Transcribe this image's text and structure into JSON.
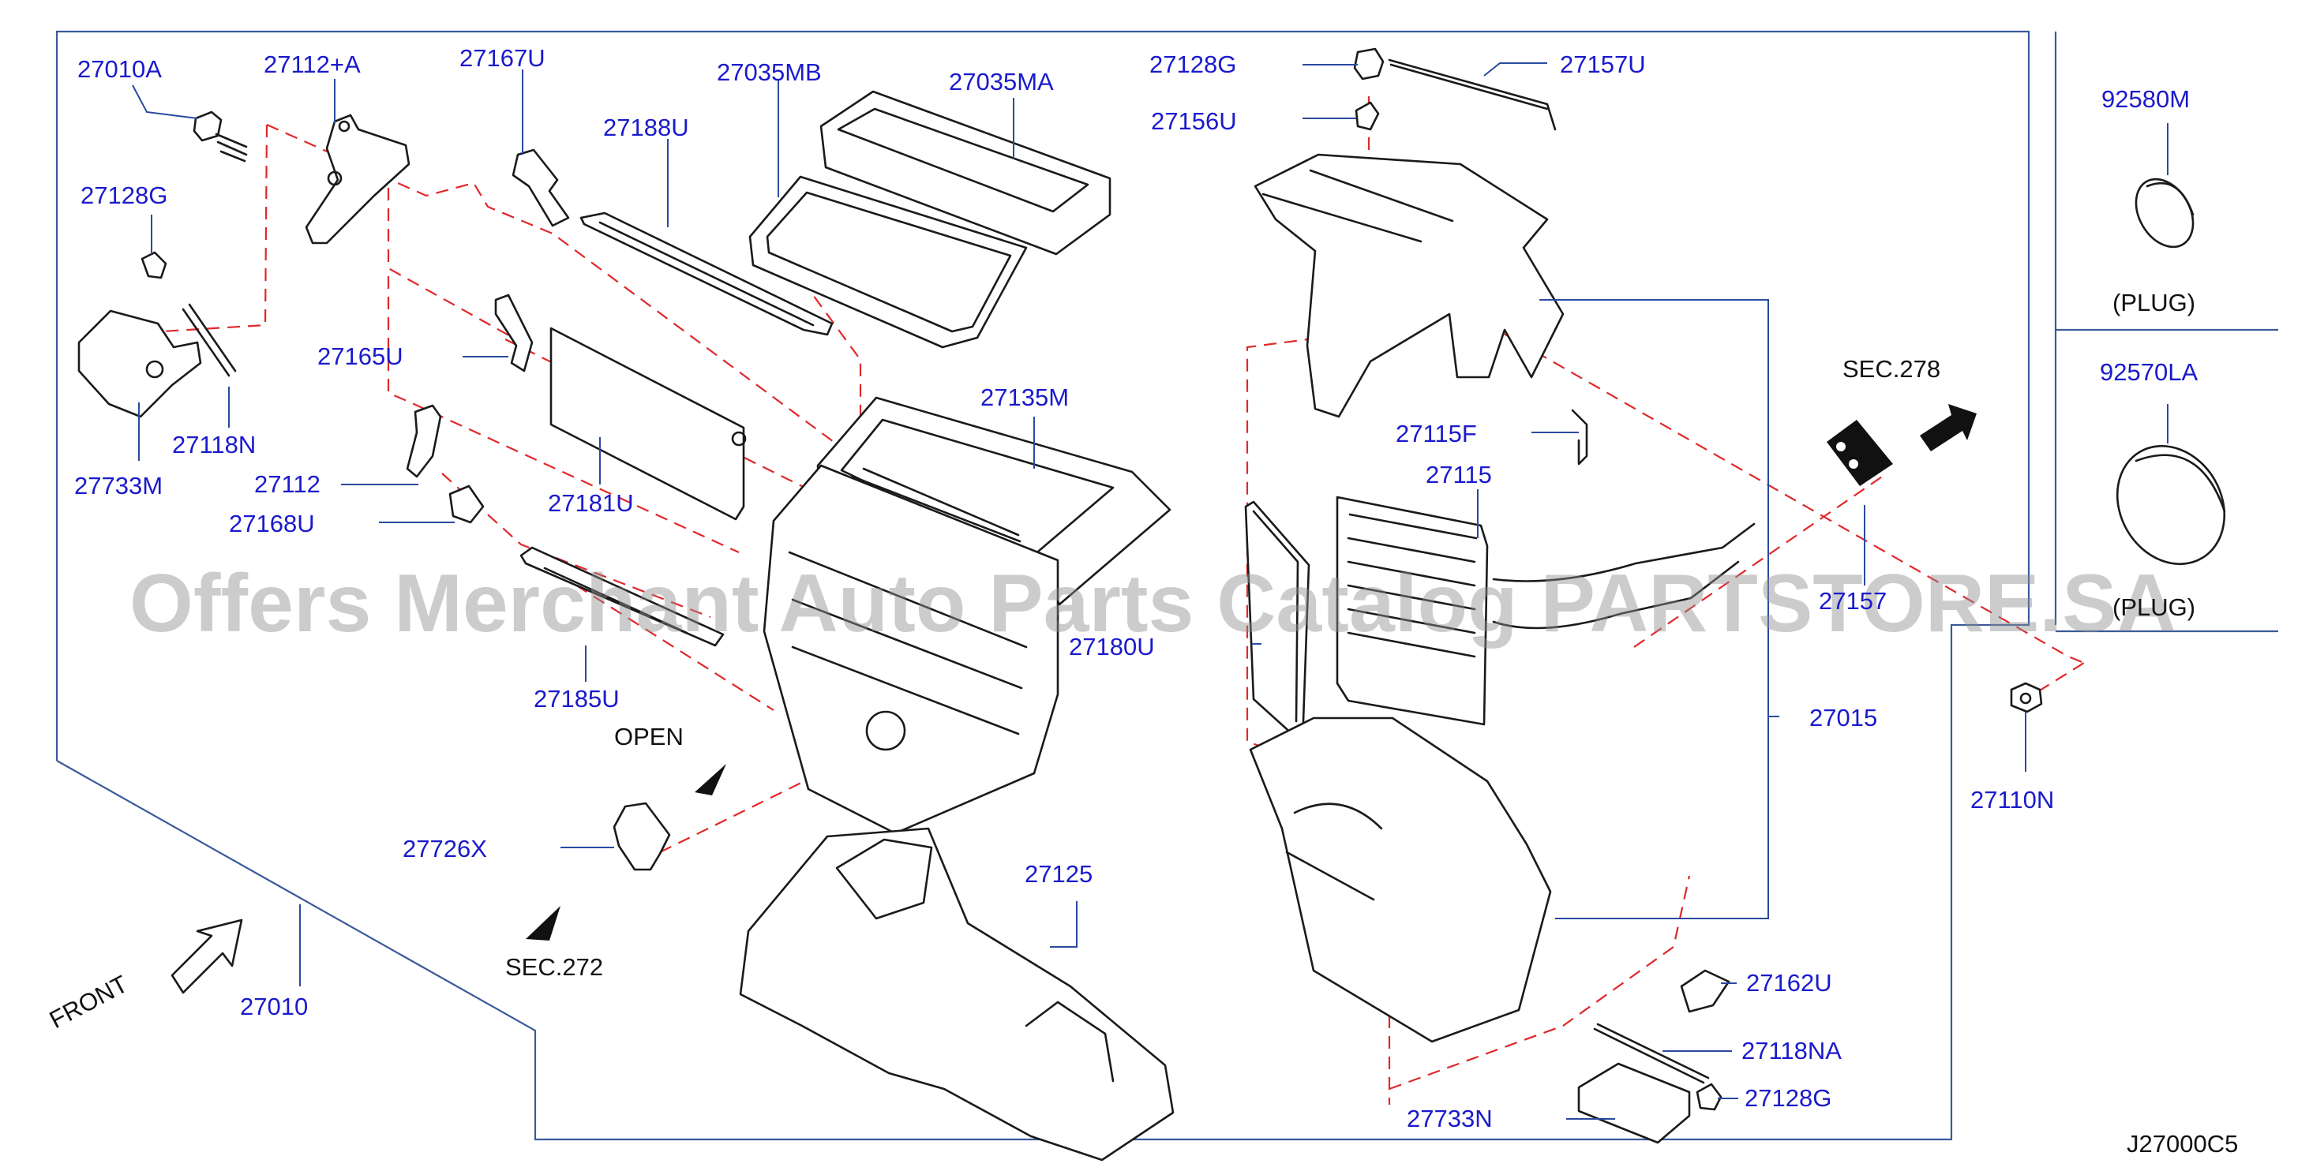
{
  "diagram": {
    "watermark": "Offers Merchant Auto Parts Catalog PARTSTORE.SA",
    "ref_code": "J27000C5",
    "part_labels": {
      "p27010A": "27010A",
      "p27112A": "27112+A",
      "p27167U": "27167U",
      "p27188U": "27188U",
      "p27035MB": "27035MB",
      "p27035MA": "27035MA",
      "p27128G_top": "27128G",
      "p27157U": "27157U",
      "p27156U": "27156U",
      "p92580M": "92580M",
      "plug1": "(PLUG)",
      "p92570LA": "92570LA",
      "plug2": "(PLUG)",
      "p27128G_left": "27128G",
      "p27165U": "27165U",
      "p27118N": "27118N",
      "p27733M": "27733M",
      "p27112": "27112",
      "p27168U": "27168U",
      "p27181U": "27181U",
      "p27135M": "27135M",
      "p27115F": "27115F",
      "p27115": "27115",
      "sec278": "SEC.278",
      "p27157": "27157",
      "p27180U": "27180U",
      "p27185U": "27185U",
      "open": "OPEN",
      "p27015": "27015",
      "p27110N": "27110N",
      "p27726X": "27726X",
      "p27125": "27125",
      "sec272": "SEC.272",
      "front": "FRONT",
      "p27010": "27010",
      "p27162U": "27162U",
      "p27118NA": "27118NA",
      "p27128G_bottom": "27128G",
      "p27733N": "27733N"
    }
  }
}
